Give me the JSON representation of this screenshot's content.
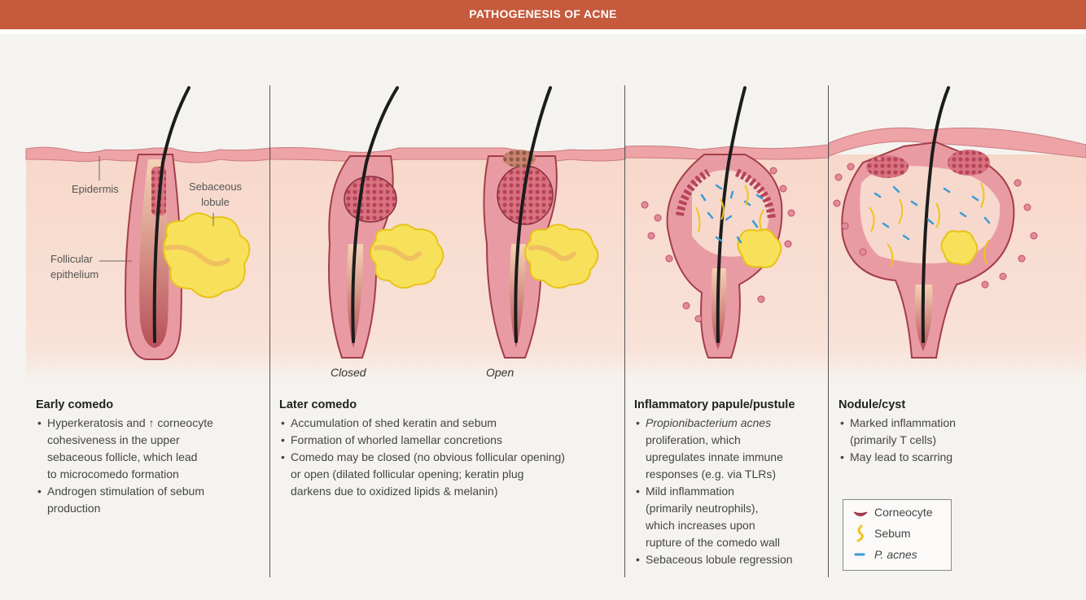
{
  "header": {
    "title": "PATHOGENESIS OF ACNE"
  },
  "labels": {
    "epidermis": "Epidermis",
    "sebaceous_lobule_1": "Sebaceous",
    "sebaceous_lobule_2": "lobule",
    "follicular_epithelium_1": "Follicular",
    "follicular_epithelium_2": "epithelium",
    "closed": "Closed",
    "open": "Open"
  },
  "columns": [
    {
      "title": "Early comedo",
      "bullets": [
        [
          "Hyperkeratosis and ↑ corneocyte",
          "cohesiveness in the upper",
          "sebaceous follicle, which lead",
          "to microcomedo formation"
        ],
        [
          "Androgen stimulation of sebum",
          "production"
        ]
      ]
    },
    {
      "title": "Later comedo",
      "bullets": [
        [
          "Accumulation of shed keratin and sebum"
        ],
        [
          "Formation of whorled lamellar concretions"
        ],
        [
          "Comedo may be closed (no obvious follicular opening)",
          "or open (dilated follicular opening; keratin plug",
          "darkens due to oxidized lipids & melanin)"
        ]
      ]
    },
    {
      "title": "Inflammatory papule/pustule",
      "bullets": [
        [
          "Propionibacterium acnes",
          "proliferation, which",
          "upregulates innate immune",
          "responses (e.g. via TLRs)"
        ],
        [
          "Mild inflammation",
          "(primarily neutrophils),",
          "which increases upon",
          "rupture of the comedo wall"
        ],
        [
          "Sebaceous lobule regression"
        ]
      ]
    },
    {
      "title": "Nodule/cyst",
      "bullets": [
        [
          "Marked inflammation",
          "(primarily T cells)"
        ],
        [
          "May lead to scarring"
        ]
      ]
    }
  ],
  "legend": {
    "items": [
      {
        "label": "Corneocyte",
        "icon": "corneocyte-icon",
        "color": "#c23a5b"
      },
      {
        "label": "Sebum",
        "icon": "sebum-icon",
        "color": "#f2c21b"
      },
      {
        "label": "P. acnes",
        "icon": "p-acnes-icon",
        "color": "#3a9bd8"
      }
    ]
  },
  "colors": {
    "header": "#c65a3d",
    "skin": "#f7dcd0",
    "follicle": "#e99ba3",
    "follicle_dark": "#a23e48",
    "sebum_lobule": "#f8e15a"
  }
}
